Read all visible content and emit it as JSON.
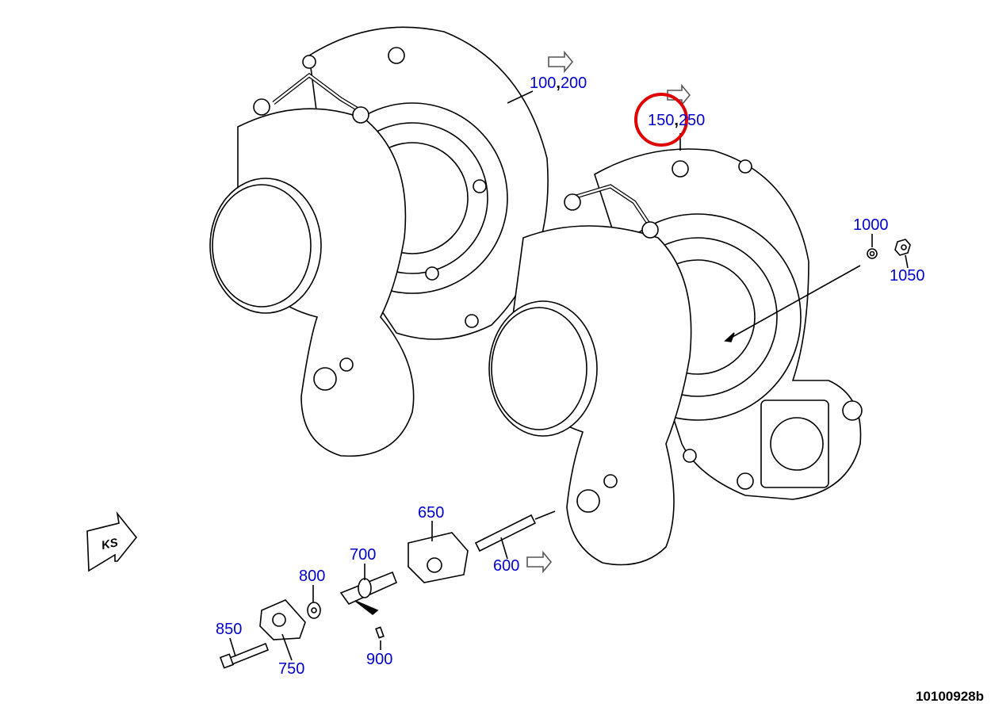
{
  "diagram": {
    "document_id": "10100928b",
    "direction_marker": "KS",
    "highlight_color": "#e00000",
    "label_color": "#0000cc",
    "callouts": [
      {
        "id": "c100_200",
        "parts": [
          "100",
          "200"
        ],
        "separator": ","
      },
      {
        "id": "c150_250",
        "parts": [
          "150",
          "250"
        ],
        "separator": ",",
        "highlighted": true
      },
      {
        "id": "c1000",
        "parts": [
          "1000"
        ]
      },
      {
        "id": "c1050",
        "parts": [
          "1050"
        ]
      },
      {
        "id": "c650",
        "parts": [
          "650"
        ]
      },
      {
        "id": "c700",
        "parts": [
          "700"
        ]
      },
      {
        "id": "c600",
        "parts": [
          "600"
        ]
      },
      {
        "id": "c800",
        "parts": [
          "800"
        ]
      },
      {
        "id": "c850",
        "parts": [
          "850"
        ]
      },
      {
        "id": "c750",
        "parts": [
          "750"
        ]
      },
      {
        "id": "c900",
        "parts": [
          "900"
        ]
      }
    ]
  }
}
